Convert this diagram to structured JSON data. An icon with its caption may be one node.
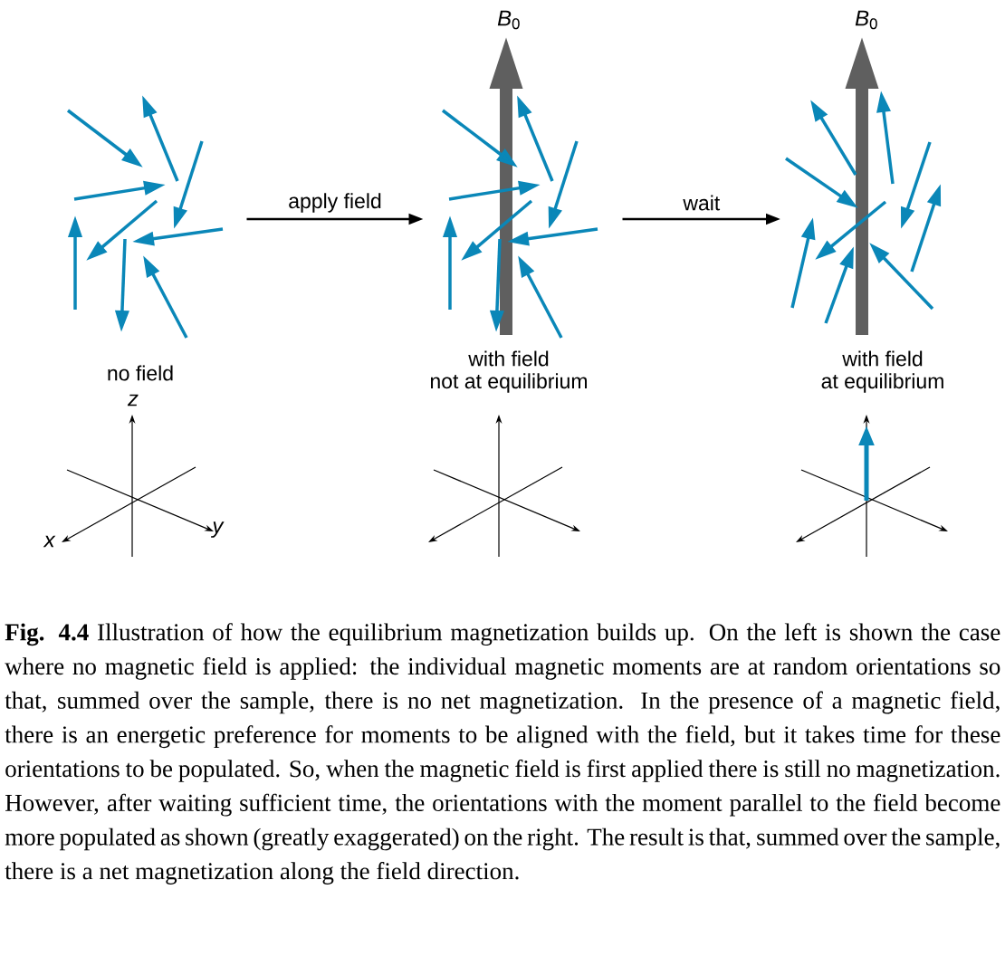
{
  "diagram": {
    "caption": "**Fig. 4.4** Illustration of how the equilibrium magnetization builds up. On the left is shown the case where no magnetic field is applied: the individual magnetic moments are at random orientations so that, summed over the sample, there is no net magnetization. In the presence of a magnetic field, there is an energetic preference for moments to be aligned with the field, but it takes time for these orientations to be populated. So, when the magnetic field is first applied there is still no magnetization. However, after waiting sufficient time, the orientations with the moment parallel to the field become more populated as shown (greatly exaggerated) on the right. The result is that, summed over the sample, there is a net magnetization along the field direction.",
    "nodes": [
      {
        "text": [],
        "shape": "picture",
        "beside": [
          "no field"
        ]
      },
      {
        "text": [],
        "shape": "picture",
        "beside": [
          "with field",
          "not at equilibrium"
        ]
      },
      {
        "text": [],
        "shape": "picture",
        "beside": [
          "with field",
          "at equilibrium"
        ]
      }
    ],
    "edges": [
      {
        "from": 0,
        "to": 1,
        "arrow": "to",
        "label": "apply field"
      },
      {
        "from": 1,
        "to": 2,
        "arrow": "to",
        "label": "wait"
      }
    ],
    "labels": [
      "*B*$_{0}$",
      "*B*$_{0}$",
      "*z*",
      "*x*",
      "*y*"
    ]
  }
}
